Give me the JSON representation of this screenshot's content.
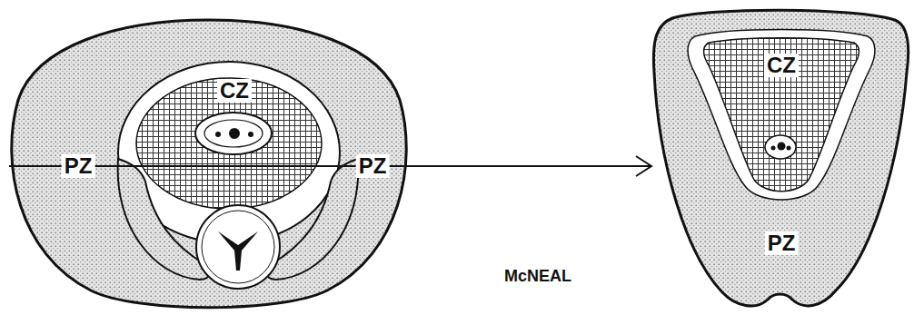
{
  "diagram": {
    "labels": [
      "CZ",
      "PZ",
      "PZ",
      "CZ",
      "PZ",
      "McNEAL"
    ]
  }
}
